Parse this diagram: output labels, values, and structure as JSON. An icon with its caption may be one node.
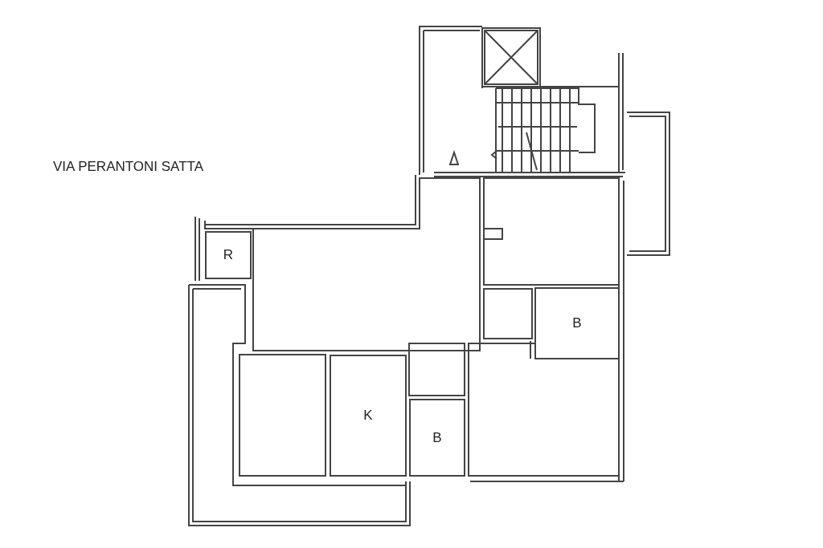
{
  "diagram": {
    "nodes": [
      {
        "text": [
          "R"
        ]
      },
      {
        "text": [
          "B"
        ]
      },
      {
        "text": [
          "K"
        ]
      },
      {
        "text": [
          "B"
        ]
      }
    ],
    "edges": [],
    "labels": [
      "VIA PERANTONI SATTA"
    ]
  }
}
